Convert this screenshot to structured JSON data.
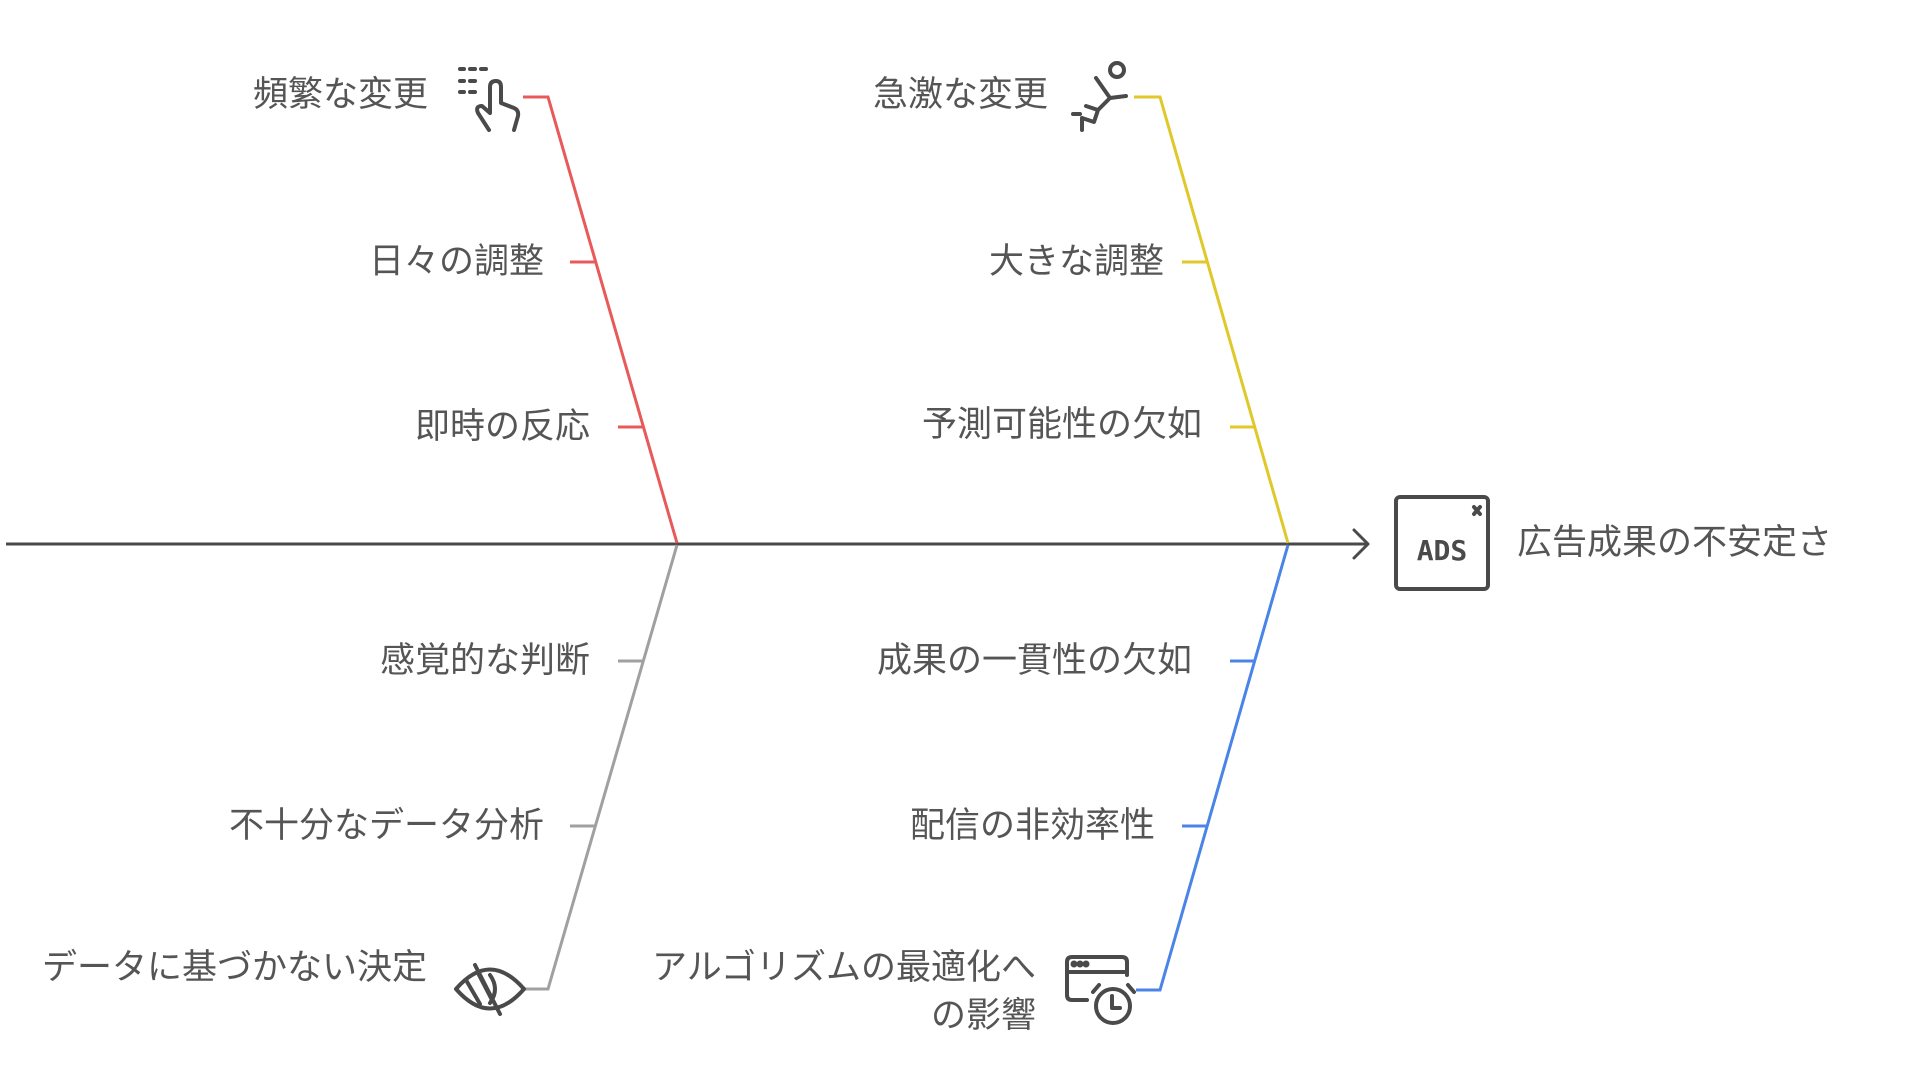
{
  "diagram": {
    "type": "fishbone",
    "effect": {
      "label": "広告成果の不安定さ",
      "icon": "ads-blocked-icon"
    },
    "colors": {
      "spine": "#4a4a4a",
      "text": "#555555",
      "red": "#e85a5a",
      "yellow": "#e0c82a",
      "gray": "#a0a0a0",
      "blue": "#4a84e6"
    },
    "branches": [
      {
        "name": "top-left",
        "color": "red",
        "icon": "tap-gesture-icon",
        "causes": [
          "頻繁な変更",
          "日々の調整",
          "即時の反応"
        ]
      },
      {
        "name": "top-right",
        "color": "yellow",
        "icon": "falling-person-icon",
        "causes": [
          "急激な変更",
          "大きな調整",
          "予測可能性の欠如"
        ]
      },
      {
        "name": "bottom-left",
        "color": "gray",
        "icon": "eye-off-icon",
        "causes": [
          "感覚的な判断",
          "不十分なデータ分析",
          "データに基づかない決定"
        ]
      },
      {
        "name": "bottom-right",
        "color": "blue",
        "icon": "browser-alarm-icon",
        "causes": [
          "成果の一貫性の欠如",
          "配信の非効率性",
          "アルゴリズムの最適化への影響"
        ]
      }
    ]
  }
}
